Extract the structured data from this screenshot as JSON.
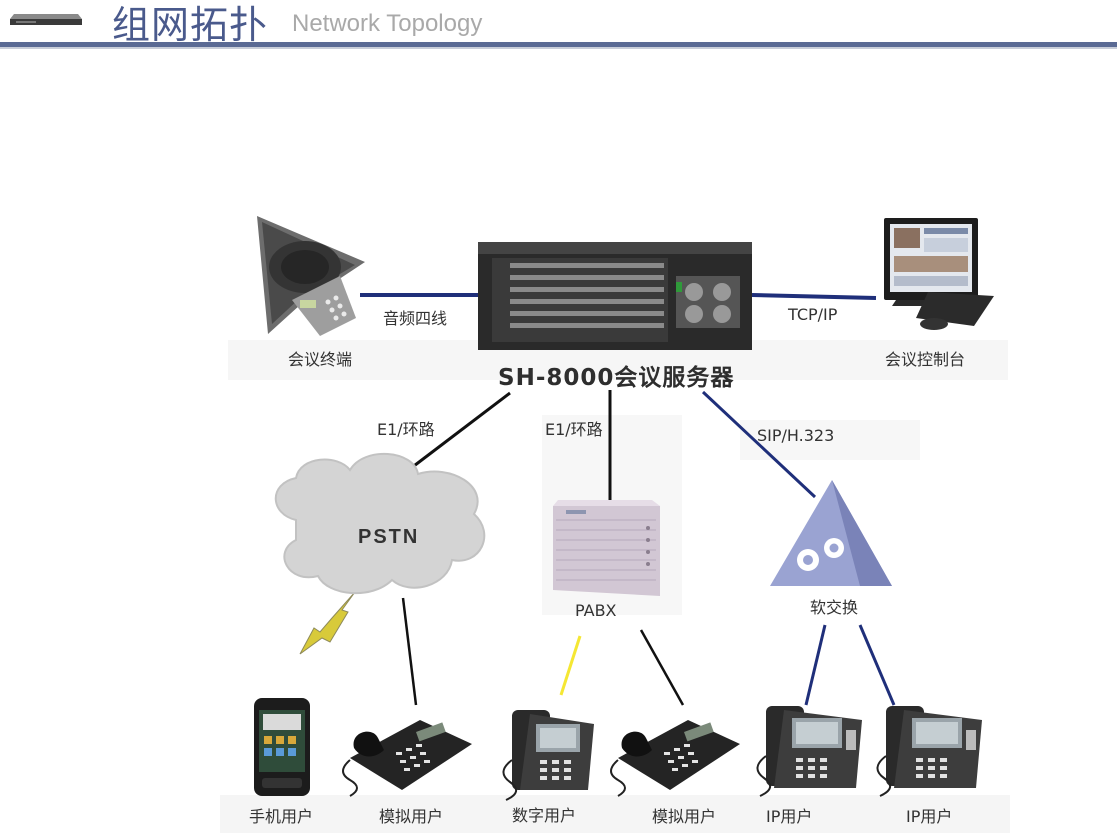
{
  "header": {
    "title_cn": "组网拓扑",
    "title_en": "Network Topology",
    "logo_icon": "rack-server-icon"
  },
  "nodes": {
    "conference_terminal": {
      "label": "会议终端",
      "icon": "conference-phone-icon"
    },
    "server": {
      "label": "SH-8000会议服务器",
      "icon": "rack-server-icon"
    },
    "control_console": {
      "label": "会议控制台",
      "icon": "desktop-computer-icon"
    },
    "pstn": {
      "label": "PSTN",
      "icon": "cloud-icon"
    },
    "pabx": {
      "label": "PABX",
      "icon": "pabx-box-icon"
    },
    "softswitch": {
      "label": "软交换",
      "icon": "softswitch-triangle-icon"
    }
  },
  "links": {
    "audio_4wire": "音频四线",
    "tcp_ip": "TCP/IP",
    "e1_loop_pstn": "E1/环路",
    "e1_loop_pabx": "E1/环路",
    "sip_h323": "SIP/H.323"
  },
  "endpoints": [
    {
      "label": "手机用户",
      "icon": "mobile-phone-icon"
    },
    {
      "label": "模拟用户",
      "icon": "analog-phone-icon"
    },
    {
      "label": "数字用户",
      "icon": "ip-phone-icon"
    },
    {
      "label": "模拟用户",
      "icon": "analog-phone-icon"
    },
    {
      "label": "IP用户",
      "icon": "ip-phone-icon"
    },
    {
      "label": "IP用户",
      "icon": "ip-phone-icon"
    }
  ],
  "colors": {
    "accent": "#4a5a8c",
    "link_blue": "#1f2f7a",
    "link_black": "#111111",
    "link_yellow": "#f5e733"
  }
}
